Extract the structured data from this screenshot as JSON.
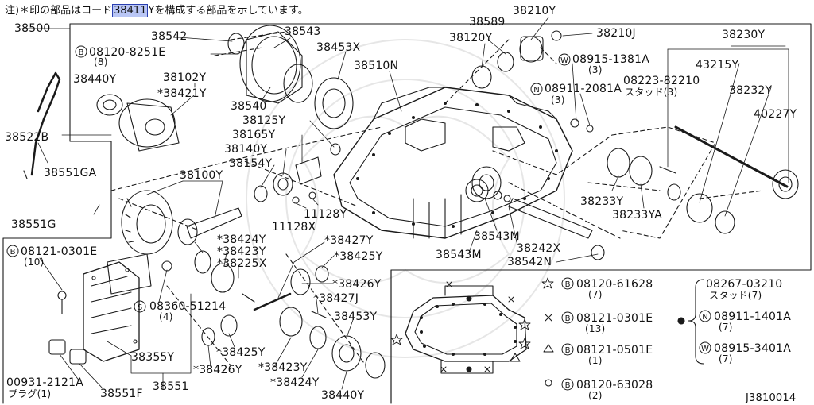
{
  "note": {
    "prefix": "注)＊印の部品はコード",
    "code": "38411",
    "suffix": "Yを構成する部品を示しています。"
  },
  "diagram_id": "J3810014",
  "labels": {
    "p38500": "38500",
    "p38542": "38542",
    "p38543": "38543",
    "p38453x": "38453X",
    "p38510n": "38510N",
    "p38589": "38589",
    "p38210y": "38210Y",
    "p38120y": "38120Y",
    "p38210j": "38210J",
    "b08120_8251e": "08120-8251E",
    "b08120_8251e_qty": "(8)",
    "p38440y_top": "38440Y",
    "p38102y": "38102Y",
    "p38421y": "*38421Y",
    "p38540": "38540",
    "w08915_1381a": "08915-1381A",
    "w08915_1381a_qty": "(3)",
    "n08911_2081a": "08911-2081A",
    "n08911_2081a_qty": "(3)",
    "p38230y": "38230Y",
    "p43215y": "43215Y",
    "p08223_82210": "08223-82210",
    "stud3": "スタッド(3)",
    "p38232y": "38232Y",
    "p40227y": "40227Y",
    "p38125y": "38125Y",
    "p38165y": "38165Y",
    "p38140y": "38140Y",
    "p38154y": "38154Y",
    "p38522b": "38522B",
    "p38551ga": "38551GA",
    "p38100y": "38100Y",
    "p38551g": "38551G",
    "p11128y": "11128Y",
    "p11128x": "11128X",
    "p38233y": "38233Y",
    "p38233ya": "38233YA",
    "p38543m_r": "38543M",
    "p38242x": "38242X",
    "p38543m_l": "38543M",
    "p38542n": "38542N",
    "b08121_0301e": "08121-0301E",
    "b08121_0301e_qty": "(10)",
    "p38424y_a": "*38424Y",
    "p38423y_a": "*38423Y",
    "p38225x": "*38225X",
    "p38427y": "*38427Y",
    "p38425y_a": "*38425Y",
    "p38426y_a": "*38426Y",
    "s08360_51214": "08360-51214",
    "s08360_51214_qty": "(4)",
    "p38427j": "*38427J",
    "p38453y": "38453Y",
    "p38355y": "38355Y",
    "p38425y_b": "*38425Y",
    "p38426y_b": "*38426Y",
    "p38423y_b": "*38423Y",
    "p38424y_b": "*38424Y",
    "p00931_2121a": "00931-2121A",
    "plug1": "プラグ(1)",
    "p38551f": "38551F",
    "p38551": "38551",
    "p38440y_bot": "38440Y"
  },
  "legend": {
    "star": "08120-61628",
    "star_qty": "(7)",
    "cross": "08121-0301E",
    "cross_qty": "(13)",
    "tri": "08121-0501E",
    "tri_qty": "(1)",
    "circ": "08120-63028",
    "circ_qty": "(2)",
    "dot_stud": "08267-03210",
    "dot_stud_sub": "スタッド(7)",
    "dot_n": "08911-1401A",
    "dot_n_qty": "(7)",
    "dot_w": "08915-3401A",
    "dot_w_qty": "(7)"
  },
  "colors": {
    "line": "#1a1a1a",
    "highlight": "#b9c6f5",
    "watermark": "#e8e8e8"
  }
}
